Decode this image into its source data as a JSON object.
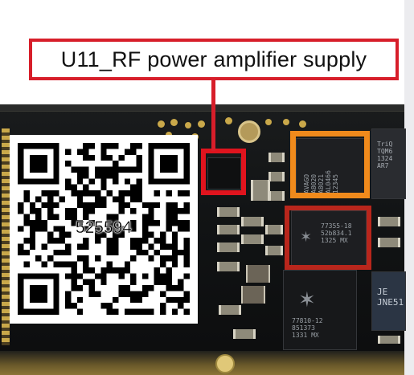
{
  "annotation": {
    "label": "U11_RF power amplifier supply",
    "color": "#d71e2a"
  },
  "qr_code": {
    "number": "525594"
  },
  "chips": {
    "orange_chip_text": "AVAGO\nA8020\nA8021\nAL0466\n12345",
    "red_chip_text": "77355-18\n52b834.1\n1325 MX",
    "lower_chip_text": "77810-12\n851373\n1331 MX",
    "right_top_chip_text": "TriQ\nTQM6\n1324\nAR7",
    "right_bottom_chip_text": "JE\nJNE51"
  },
  "highlight_colors": {
    "orange": "#f08a1c",
    "dark_red": "#b8261c",
    "red": "#e0141e"
  }
}
